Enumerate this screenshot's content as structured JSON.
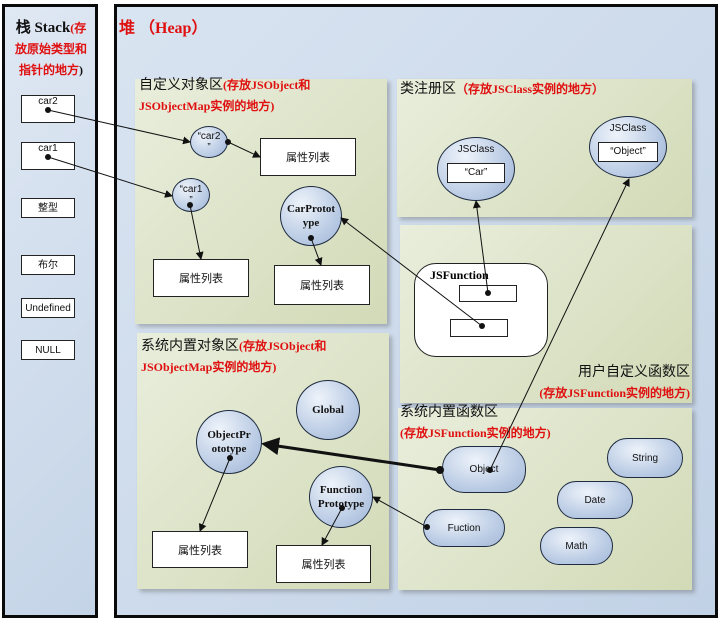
{
  "stack": {
    "title_main": "栈 Stack",
    "title_red": "(存放原始类型和指针的地方)",
    "title_p1": "(存",
    "title_p2": "放原始类型和",
    "title_p3": "指针的地方",
    "title_close": ")",
    "items": [
      "car2",
      "car1",
      "整型",
      "布尔",
      "Undefined",
      "NULL"
    ]
  },
  "heap": {
    "title": "堆 （Heap）"
  },
  "custom_zone": {
    "title": "自定义对象区",
    "note_1": "(存放JSObject和",
    "note_2": "JSObjectMap实例的地方)",
    "car2_node": "“car2\n”",
    "car1_node": "“car1\n”",
    "car_prototype": "CarPrototype",
    "car_prototype_l1": "CarProtot",
    "car_prototype_l2": "ype",
    "prop_list_a": "属性列表",
    "prop_list_b": "属性列表",
    "prop_list_c": "属性列表"
  },
  "class_zone": {
    "title": "类注册区",
    "note": "（存放JSClass实例的地方）",
    "jsclass_car_label": "JSClass",
    "jsclass_car_value": "“Car”",
    "jsclass_obj_label": "JSClass",
    "jsclass_obj_value": "“Object”"
  },
  "user_func_zone": {
    "title": "用户自定义函数区",
    "note": "(存放JSFunction实例的地方)",
    "jsfunction_label": "JSFunction"
  },
  "builtin_obj_zone": {
    "title": "系统内置对象区",
    "note_1": "(存放JSObject和",
    "note_2": "JSObjectMap实例的地方)",
    "object_prototype_l1": "ObjectPr",
    "object_prototype_l2": "ototype",
    "global": "Global",
    "function_prototype_l1": "Function",
    "function_prototype_l2": "Prototype",
    "prop_list_a": "属性列表",
    "prop_list_b": "属性列表"
  },
  "builtin_func_zone": {
    "title": "系统内置函数区",
    "note": "(存放JSFunction实例的地方)",
    "funcs": [
      "Object",
      "String",
      "Date",
      "Fuction",
      "Math"
    ]
  }
}
